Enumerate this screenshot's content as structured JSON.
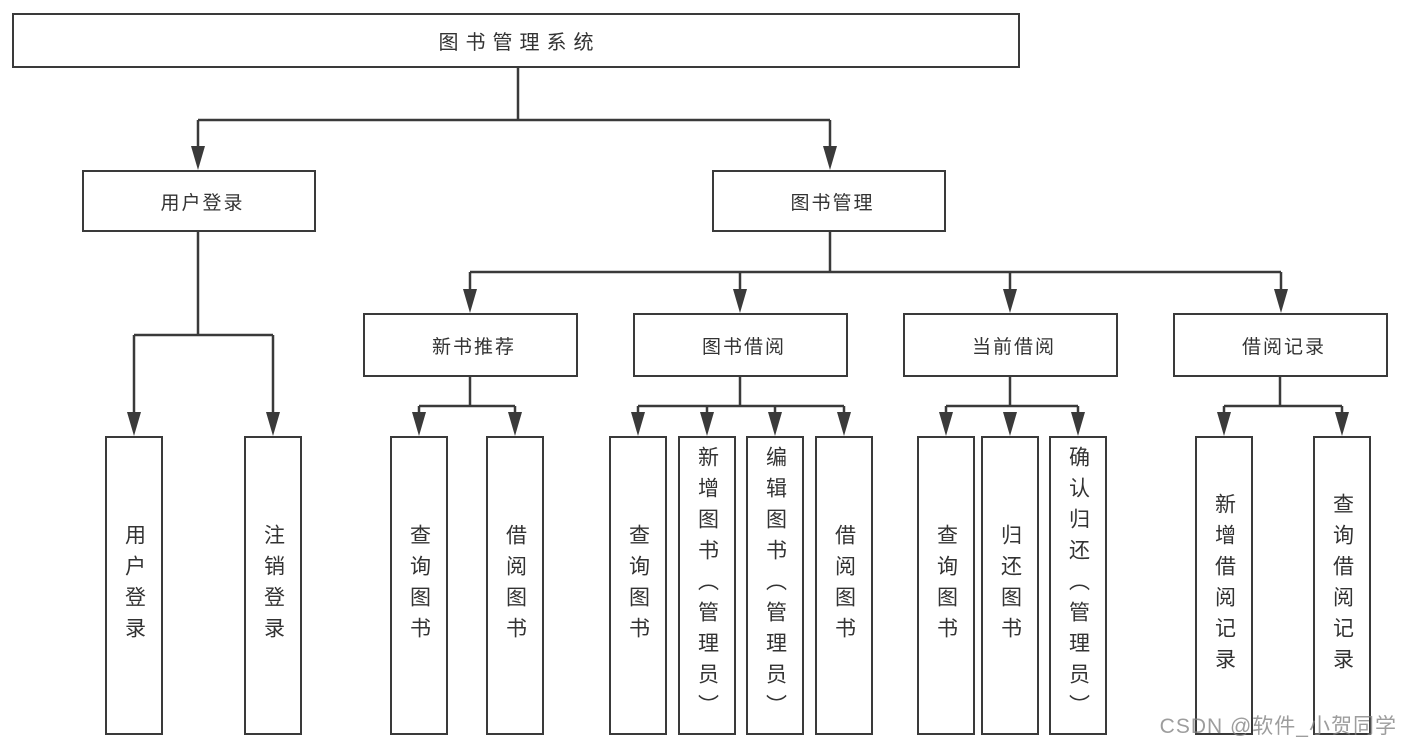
{
  "nodes": {
    "root": "图书管理系统",
    "l2": [
      "用户登录",
      "图书管理"
    ],
    "l3": [
      "新书推荐",
      "图书借阅",
      "当前借阅",
      "借阅记录"
    ],
    "leaves": [
      "用户登录",
      "注销登录",
      "查询图书",
      "借阅图书",
      "查询图书",
      "新增图书（管理员）",
      "编辑图书（管理员）",
      "借阅图书",
      "查询图书",
      "归还图书",
      "确认归还（管理员）",
      "新增借阅记录",
      "查询借阅记录"
    ]
  },
  "watermark": "CSDN @软件_小贺同学",
  "colors": {
    "line": "#3a3a3a",
    "text": "#333333",
    "background": "#ffffff"
  }
}
